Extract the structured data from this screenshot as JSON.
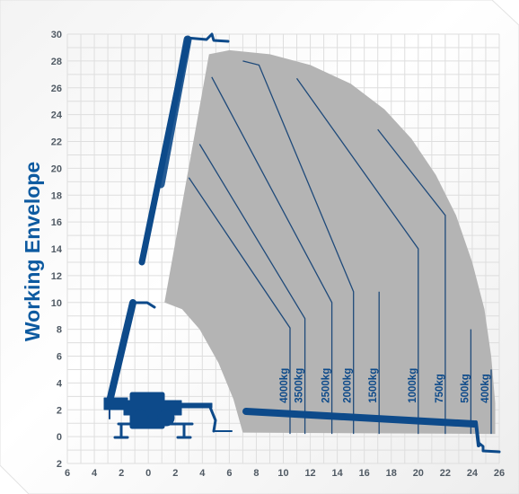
{
  "chart_data": {
    "type": "area",
    "title": "Working Envelope",
    "xlabel": "",
    "ylabel": "",
    "xlim": [
      -6,
      26
    ],
    "ylim": [
      -2,
      30
    ],
    "grid": true,
    "x_ticks": [
      "6",
      "4",
      "2",
      "0",
      "2",
      "4",
      "6",
      "8",
      "10",
      "12",
      "14",
      "16",
      "18",
      "20",
      "22",
      "24",
      "26"
    ],
    "y_ticks": [
      "2",
      "0",
      "2",
      "4",
      "6",
      "8",
      "10",
      "12",
      "14",
      "16",
      "18",
      "20",
      "22",
      "24",
      "26",
      "28",
      "30"
    ],
    "envelope": [
      [
        1.2,
        10
      ],
      [
        4.5,
        28.5
      ],
      [
        6.0,
        28.8
      ],
      [
        9.0,
        28.5
      ],
      [
        12.0,
        27.7
      ],
      [
        15.0,
        26.3
      ],
      [
        17.5,
        24.4
      ],
      [
        19.5,
        22.2
      ],
      [
        21.3,
        19.5
      ],
      [
        22.8,
        16.5
      ],
      [
        24.0,
        13.0
      ],
      [
        24.9,
        9.5
      ],
      [
        25.4,
        6.0
      ],
      [
        25.7,
        2.5
      ],
      [
        25.7,
        0.2
      ],
      [
        7.0,
        0.3
      ],
      [
        6.3,
        2.8
      ],
      [
        5.2,
        5.5
      ],
      [
        3.8,
        8.0
      ],
      [
        2.5,
        9.5
      ],
      [
        1.2,
        10
      ]
    ],
    "load_curves": [
      {
        "label": "4000kg",
        "points": [
          [
            3.0,
            19.3
          ],
          [
            10.5,
            8.1
          ],
          [
            10.5,
            0.2
          ]
        ]
      },
      {
        "label": "3500kg",
        "points": [
          [
            3.8,
            21.8
          ],
          [
            11.6,
            8.8
          ],
          [
            11.6,
            0.2
          ]
        ]
      },
      {
        "label": "2500kg",
        "points": [
          [
            4.7,
            26.8
          ],
          [
            13.6,
            10.0
          ],
          [
            13.6,
            0.2
          ]
        ]
      },
      {
        "label": "2000kg",
        "points": [
          [
            7.0,
            28.0
          ],
          [
            8.2,
            27.7
          ],
          [
            15.2,
            10.8
          ],
          [
            15.2,
            0.2
          ]
        ]
      },
      {
        "label": "1500kg",
        "points": [
          [
            17.1,
            10.8
          ],
          [
            17.1,
            0.2
          ]
        ]
      },
      {
        "label": "1000kg",
        "points": [
          [
            11.0,
            26.7
          ],
          [
            20.0,
            14.0
          ],
          [
            20.0,
            0.2
          ]
        ]
      },
      {
        "label": "750kg",
        "points": [
          [
            17.0,
            22.9
          ],
          [
            22.0,
            16.5
          ],
          [
            22.0,
            0.2
          ]
        ]
      },
      {
        "label": "500kg",
        "points": [
          [
            23.9,
            8.0
          ],
          [
            23.9,
            0.2
          ]
        ]
      },
      {
        "label": "400kg",
        "points": [
          [
            25.4,
            5.0
          ],
          [
            25.4,
            0.2
          ]
        ]
      }
    ],
    "colors": {
      "envelope": "#b4b4b4",
      "machine": "#0d4a8a",
      "load_lines": "#1f4a7a",
      "grid": "#dedede",
      "title": "#0d5aa0"
    }
  }
}
